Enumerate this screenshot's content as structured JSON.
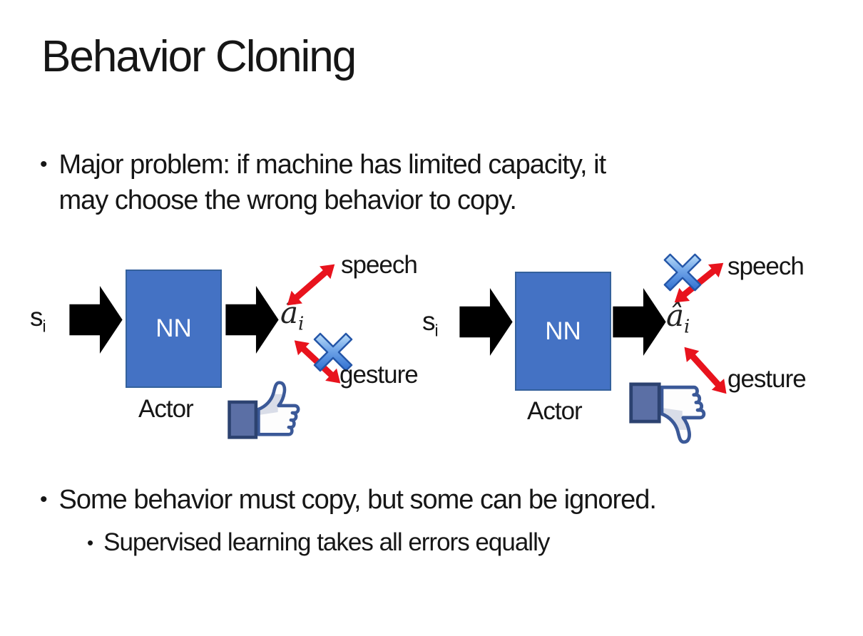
{
  "slide": {
    "title": "Behavior Cloning",
    "bullet_glyph": "•",
    "bullets": {
      "b1_line1": "Major problem: if machine has limited capacity, it",
      "b1_line2": "may choose the wrong behavior to copy.",
      "b2": "Some behavior must copy, but some can be ignored.",
      "b2_sub": "Supervised learning takes all errors equally"
    }
  },
  "diagram": {
    "left": {
      "input_base": "s",
      "input_sub": "i",
      "nn_label": "NN",
      "actor_label": "Actor",
      "output_base": "â",
      "output_sub": "i",
      "speech_label": "speech",
      "gesture_label": "gesture",
      "crossed_out": "gesture",
      "feedback_icon": "thumbs-up"
    },
    "right": {
      "input_base": "s",
      "input_sub": "i",
      "nn_label": "NN",
      "actor_label": "Actor",
      "output_base": "â",
      "output_sub": "i",
      "speech_label": "speech",
      "gesture_label": "gesture",
      "crossed_out": "speech",
      "feedback_icon": "thumbs-down"
    }
  },
  "colors": {
    "nn_box": "#4472C4",
    "nn_border": "#34619C",
    "red_arrow": "#E8131D",
    "black_arrow": "#000000",
    "cross_light": "#BBDDF8",
    "cross_dark": "#2F6FD0",
    "thumb_outline": "#3B5998",
    "thumb_cuff": "#5B6FA5",
    "text": "#161616"
  }
}
